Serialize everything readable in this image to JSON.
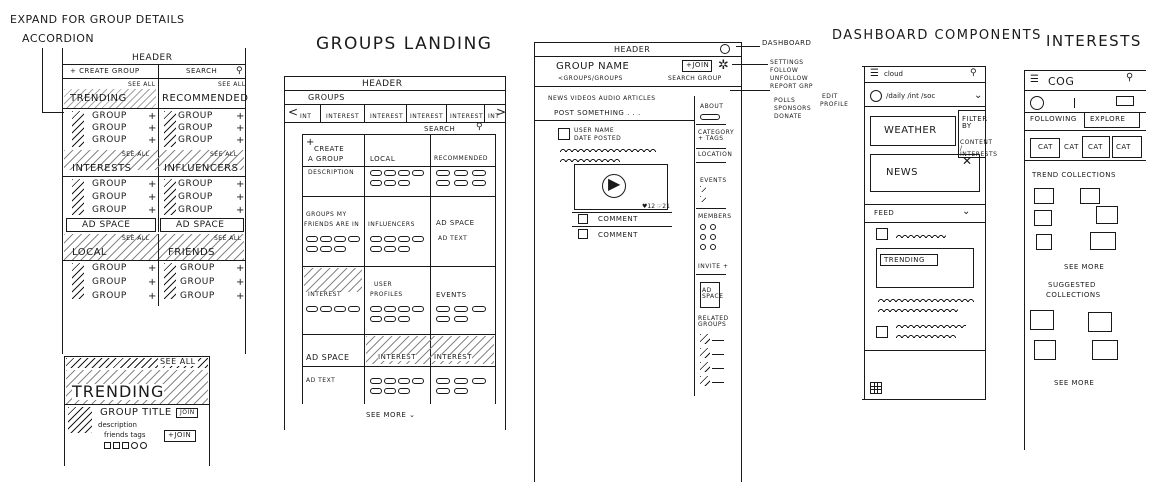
{
  "annotations": {
    "expand_note_line1": "EXPAND FOR GROUP DETAILS",
    "expand_note_line2": "ACCORDION"
  },
  "col1": {
    "header": "HEADER",
    "create_group": "+ CREATE GROUP",
    "search": "SEARCH",
    "see_all": "SEE ALL",
    "trending": "TRENDING",
    "recommended": "RECOMMENDED",
    "interests": "INTERESTS",
    "influencers": "INFLUENCERS",
    "ad_space": "AD SPACE",
    "local": "LOCAL",
    "friends": "FRIENDS",
    "group": "GROUP",
    "plus": "+"
  },
  "col1_detail": {
    "see_all": "SEE ALL",
    "trending": "TRENDING",
    "group_title": "GROUP TITLE",
    "join_badge": "JOIN",
    "description": "description",
    "friends_tags": "friends tags",
    "join_link": "+JOIN"
  },
  "col2": {
    "title": "GROUPS LANDING",
    "header": "HEADER",
    "groups_tab": "GROUPS",
    "tabs": [
      "INT",
      "INTEREST",
      "INTEREST",
      "INTEREST",
      "INTEREST",
      "INT"
    ],
    "prev_arrow": "<",
    "next_arrow": ">",
    "search": "SEARCH",
    "create_plus": "+",
    "create": "CREATE",
    "a_group": "A GROUP",
    "description": "DESCRIPTION",
    "local": "LOCAL",
    "recommended": "RECOMMENDED",
    "groups_my_friends": "GROUPS MY",
    "friends_are_in": "FRIENDS ARE IN",
    "influencers": "INFLUENCERS",
    "ad_space": "AD SPACE",
    "ad_text": "AD TEXT",
    "interest": "INTEREST",
    "user": "USER",
    "profiles": "PROFILES",
    "events": "EVENTS",
    "see_more": "SEE MORE ⌄"
  },
  "col3": {
    "header": "HEADER",
    "group_name": "GROUP NAME",
    "join": "+JOIN",
    "breadcrumb": "<GROUPS/GROUPS",
    "search_group": "SEARCH GROUP",
    "filter_tabs": "NEWS  VIDEOS  AUDIO  ARTICLES",
    "post_something": "POST SOMETHING . . .",
    "user_name": "USER NAME",
    "date_posted": "DATE POSTED",
    "likes": "♥12 ☞21",
    "comment": "COMMENT",
    "side_about": "ABOUT",
    "side_category": "CATEGORY + TAGS",
    "side_location": "LOCATION",
    "side_events": "EVENTS",
    "side_members": "MEMBERS",
    "side_invite": "INVITE +",
    "side_ad": "AD SPACE",
    "side_related": "RELATED GROUPS"
  },
  "col3_notes": {
    "dashboard": "DASHBOARD",
    "settings": "SETTINGS",
    "follow": "FOLLOW",
    "unfollow": "UNFOLLOW",
    "report_grp": "REPORT GRP",
    "polls": "POLLS",
    "sponsors": "SPONSORS",
    "donate": "DONATE",
    "edit": "EDIT",
    "profile": "PROFILE"
  },
  "col4": {
    "title": "DASHBOARD COMPONENTS",
    "search_text": "cloud",
    "breadcrumb": "/daily /int /soc",
    "weather": "WEATHER",
    "news": "NEWS",
    "filter_by": "FILTER BY",
    "content_tabs": "CONTENT / INTERESTS",
    "feed": "FEED",
    "trending": "TRENDING"
  },
  "col5": {
    "title": "INTERESTS",
    "search_text": "COG",
    "following": "FOLLOWING",
    "explore": "EXPLORE",
    "cat": "CAT",
    "trend_collections": "TREND COLLECTIONS",
    "see_more": "SEE MORE",
    "suggested": "SUGGESTED",
    "collections": "COLLECTIONS"
  }
}
